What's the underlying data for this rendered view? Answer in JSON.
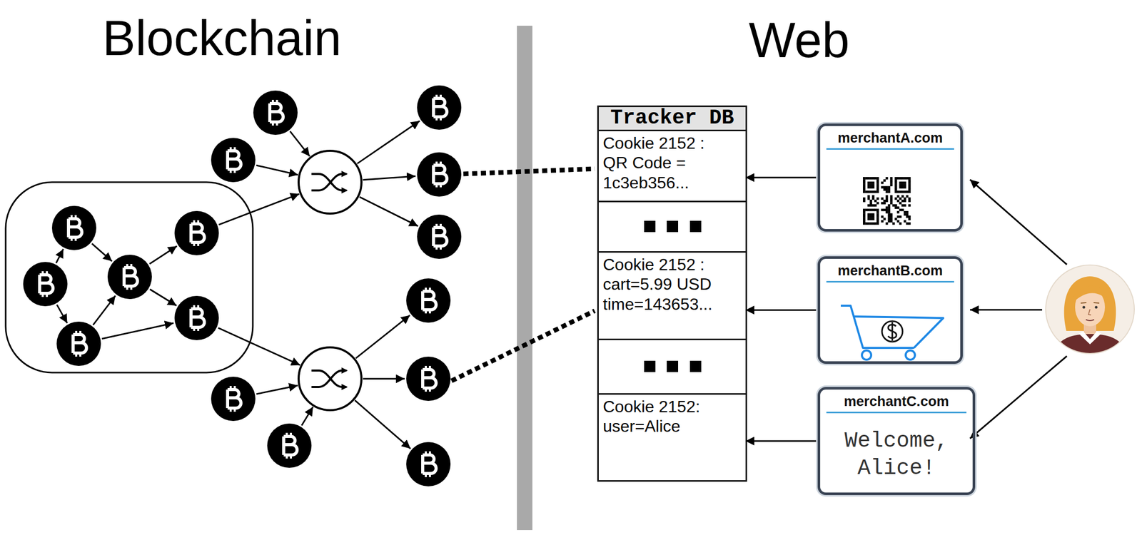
{
  "diagram": {
    "nodes": [
      {
        "text": [
          "Tracker DB"
        ]
      },
      {
        "text": [
          "Cookie 2152 : QR Code = 1c3eb356..."
        ],
        "in": 0
      },
      {
        "text": [
          "Cookie 2152 : cart=5.99 USD time=143653..."
        ],
        "in": 0
      },
      {
        "text": [
          "Cookie 2152: user=Alice"
        ],
        "in": 0
      },
      {
        "text": [
          "merchantA.com"
        ]
      },
      {
        "text": [
          "merchantB.com"
        ]
      },
      {
        "text": [
          "merchantC.com",
          "Welcome, Alice!"
        ]
      }
    ],
    "edges": [
      {
        "from": 4,
        "to": 1,
        "arrow": "to"
      },
      {
        "from": 5,
        "to": 2,
        "arrow": "to"
      },
      {
        "from": 6,
        "to": 3,
        "arrow": "to"
      }
    ],
    "labels": [
      "Blockchain",
      "Web"
    ]
  }
}
